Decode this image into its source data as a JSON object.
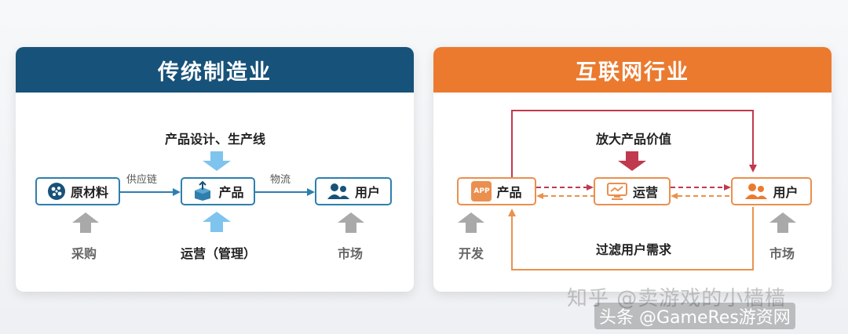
{
  "left_panel": {
    "title": "传统制造业",
    "nodes": {
      "raw": "原材料",
      "product": "产品",
      "user": "用户"
    },
    "edges": {
      "supply_chain": "供应链",
      "logistics": "物流"
    },
    "top_input": "产品设计、生产线",
    "bottom_input": "运营（管理）",
    "below_raw": "采购",
    "below_user": "市场"
  },
  "right_panel": {
    "title": "互联网行业",
    "nodes": {
      "product": "产品",
      "ops": "运营",
      "user": "用户"
    },
    "top_input": "放大产品价值",
    "bottom_input": "过滤用户需求",
    "below_product": "开发",
    "below_user": "市场",
    "app_icon_text": "APP"
  },
  "colors": {
    "navy": "#17527a",
    "orange": "#eb7a2f",
    "arrow_blue": "#7fc4ee",
    "arrow_gray": "#a9a9a9",
    "arrow_red": "#c0394e",
    "arrow_orange": "#e9924e"
  },
  "watermark": {
    "site": "知乎 @卖游戏的小樯樯",
    "source": "头条 @GameRes游资网"
  }
}
